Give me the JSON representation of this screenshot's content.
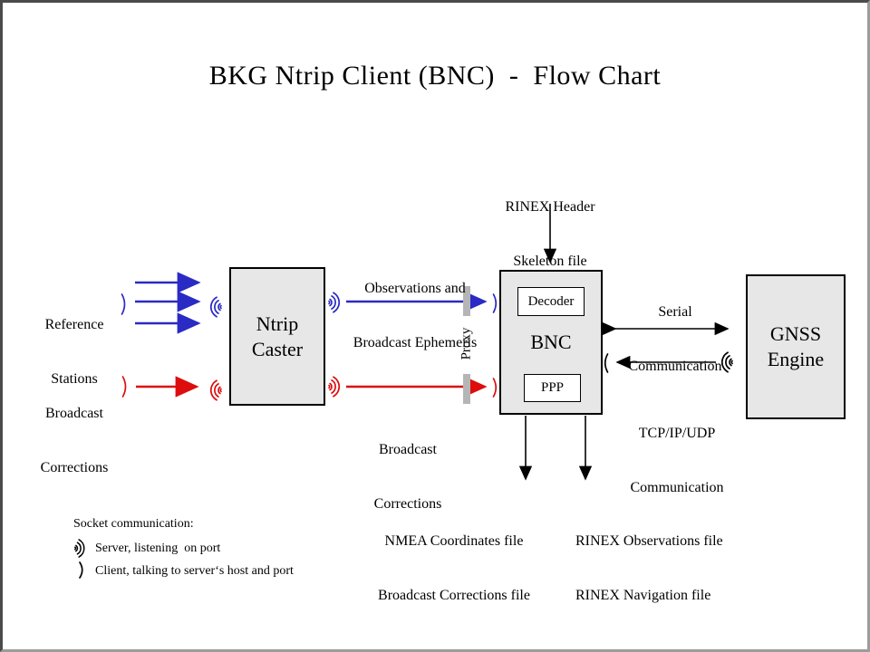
{
  "title": "BKG Ntrip Client (BNC)  -  Flow Chart",
  "colors": {
    "blue": "#2a2ac4",
    "red": "#dd0d0d",
    "black": "#000000",
    "box_fill": "#e7e7e7",
    "box_border": "#000000",
    "proxy_bar": "#b5b5b5",
    "frame_dark": "#4b4b4b",
    "frame_light": "#9c9c9c"
  },
  "nodes": {
    "ntrip_caster": {
      "line1": "Ntrip",
      "line2": "Caster"
    },
    "bnc": {
      "label": "BNC",
      "decoder": "Decoder",
      "ppp": "PPP"
    },
    "gnss_engine": {
      "line1": "GNSS",
      "line2": "Engine"
    }
  },
  "labels": {
    "reference_stations": {
      "line1": "Reference",
      "line2": "Stations"
    },
    "broadcast_corrections_in": {
      "line1": "Broadcast",
      "line2": "Corrections"
    },
    "observations": {
      "line1": "Observations and",
      "line2": "Broadcast Ephemeris"
    },
    "broadcast_corrections_mid": {
      "line1": "Broadcast",
      "line2": "Corrections"
    },
    "rinex_header": {
      "line1": "RINEX Header",
      "line2": "Skeleton file"
    },
    "serial": {
      "line1": "Serial",
      "line2": "Communication"
    },
    "tcp": {
      "line1": "TCP/IP/UDP",
      "line2": "Communication"
    },
    "proxy": "Proxy",
    "nmea_out": {
      "line1": "NMEA Coordinates file",
      "line2": "Broadcast Corrections file"
    },
    "rinex_out": {
      "line1": "RINEX Observations file",
      "line2": "RINEX Navigation file"
    }
  },
  "legend": {
    "heading": "Socket communication:",
    "server": "Server, listening  on port",
    "client": "Client, talking to server‘s host and port"
  }
}
